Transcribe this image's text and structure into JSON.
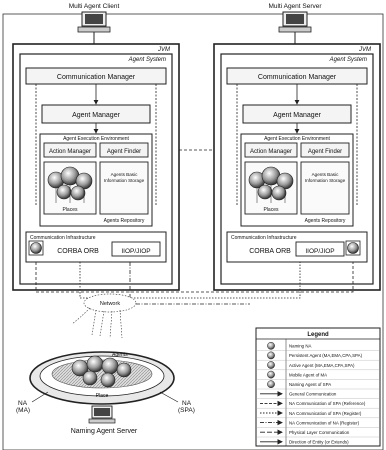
{
  "top_labels": {
    "client": "Multi Agent Client",
    "server": "Multi Agent Server"
  },
  "systems": [
    {
      "jvm": "JVM",
      "agent_system": "Agent System",
      "communication_manager": "Communication Manager",
      "agent_manager": "Agent Manager",
      "execution_environment": "Agent Execution Environment",
      "action_manager": "Action Manager",
      "agent_finder": "Agent Finder",
      "places": "Places",
      "info_storage": "Agents Basic Information Storage",
      "agents_repository": "Agents Repository",
      "comm_infrastructure": "Communication Infrastructure",
      "corba": "CORBA ORB",
      "iiop": "IIOP/JIOP"
    },
    {
      "jvm": "JVM",
      "agent_system": "Agent System",
      "communication_manager": "Communication Manager",
      "agent_manager": "Agent Manager",
      "execution_environment": "Agent Execution Environment",
      "action_manager": "Action Manager",
      "agent_finder": "Agent Finder",
      "places": "Places",
      "info_storage": "Agents Basic Information Storage",
      "agents_repository": "Agents Repository",
      "comm_infrastructure": "Communication Infrastructure",
      "corba": "CORBA ORB",
      "iiop": "IIOP/JIOP"
    }
  ],
  "network": {
    "label": "Network"
  },
  "ring": {
    "agents": "Agents",
    "place": "Place",
    "na_ma": "NA\n(MA)",
    "na_spa": "NA\n(SPA)",
    "server": "Naming Agent Server"
  },
  "legend": {
    "title": "Legend",
    "items": [
      {
        "icon": "circle-na",
        "text": "Naming NA"
      },
      {
        "icon": "circle-pa",
        "text": "Persistent Agent (MA,EMA,CPA,SPA)"
      },
      {
        "icon": "circle-aa",
        "text": "Active Agent (MA,EMA,CPA,SPA)"
      },
      {
        "icon": "circle-ma",
        "text": "Mobile Agent of MA"
      },
      {
        "icon": "circle-spa",
        "text": "Naming Agent of SPA"
      },
      {
        "icon": "line-general",
        "text": "General Communication"
      },
      {
        "icon": "line-spa-ref",
        "text": "NA Communication of SPA (Reference)"
      },
      {
        "icon": "line-spa-reg",
        "text": "NA Communication of SPA (Register)"
      },
      {
        "icon": "line-na-reg",
        "text": "NA Communication of NA (Register)"
      },
      {
        "icon": "line-physical",
        "text": "Physical Layer Communication"
      },
      {
        "icon": "line-direction",
        "text": "Direction of Entity (or Extends)"
      }
    ]
  }
}
